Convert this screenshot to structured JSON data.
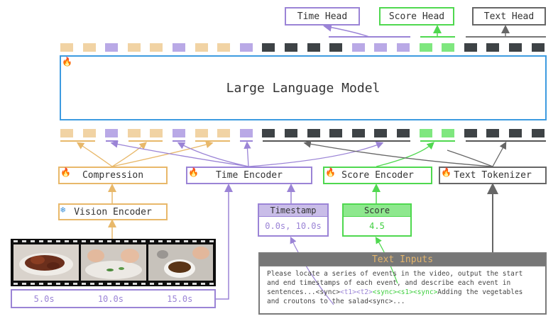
{
  "heads": {
    "time": "Time Head",
    "score": "Score Head",
    "text": "Text Head"
  },
  "llm": {
    "label": "Large Language Model"
  },
  "encoders": {
    "compression": "Compression",
    "time_encoder": "Time Encoder",
    "score_encoder": "Score Encoder",
    "text_tokenizer": "Text Tokenizer",
    "vision_encoder": "Vision Encoder"
  },
  "timestamp": {
    "header": "Timestamp",
    "value": "0.0s, 10.0s"
  },
  "score": {
    "header": "Score",
    "value": "4.5"
  },
  "timeline": {
    "labels": [
      "5.0s",
      "10.0s",
      "15.0s"
    ]
  },
  "text_inputs": {
    "header": "Text Inputs",
    "body_lead": "Please locate a series of events in the video, output the start and end timestamps of each event, and describe each event in sentences...",
    "sync_open": "<sync>",
    "t1": "<t1>",
    "t2": "<t2>",
    "sync_mid": "<sync>",
    "s1": "<s1>",
    "sync_close": "<sync>",
    "body_tail": "Adding the vegetables and croutons to the salad<sync>..."
  },
  "colors": {
    "vision": "#e8b86a",
    "time": "#9b84d6",
    "score": "#4fd84f",
    "text": "#555555",
    "llm_border": "#3d9be0",
    "trainable_icon": "#2e9a3a",
    "frozen_icon": "#3b8fd6"
  }
}
